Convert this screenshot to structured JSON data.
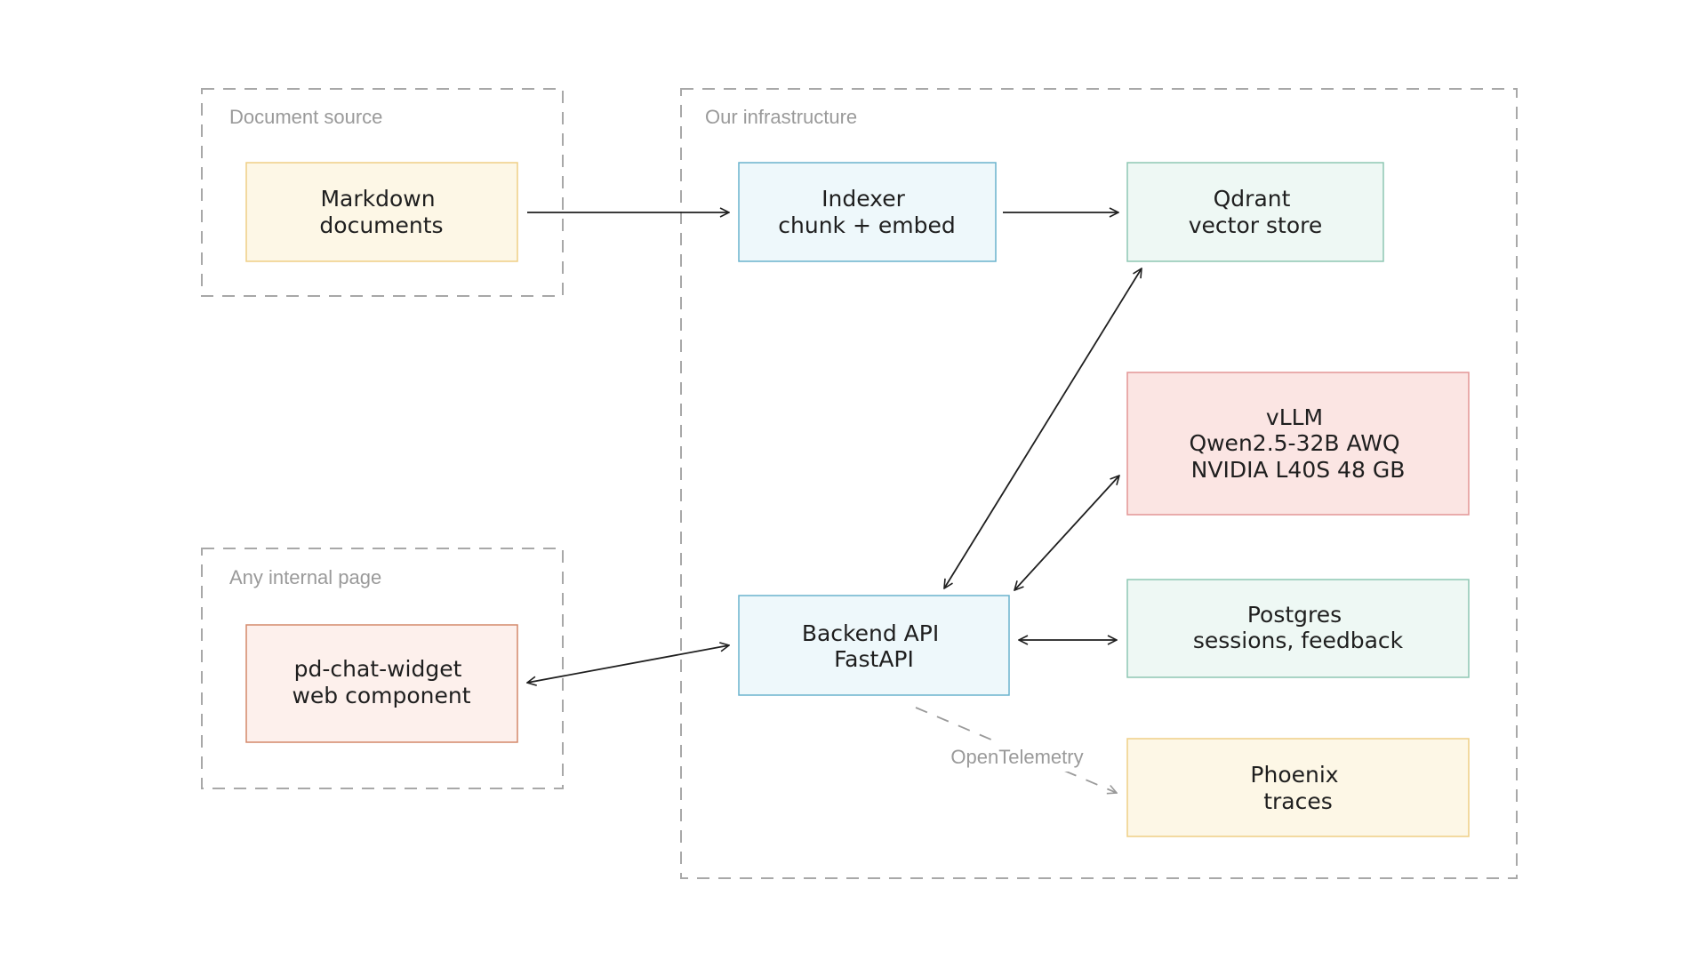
{
  "boundaries": [
    {
      "id": "source",
      "label": "Document source"
    },
    {
      "id": "infra",
      "label": "Our infrastructure"
    },
    {
      "id": "page",
      "label": "Any internal page"
    }
  ],
  "nodes": [
    {
      "id": "markdown",
      "lines": [
        "Markdown",
        "documents"
      ],
      "fill": "#fdf7e6",
      "stroke": "#efcf85"
    },
    {
      "id": "indexer",
      "lines": [
        "Indexer",
        "chunk + embed"
      ],
      "fill": "#eef8fb",
      "stroke": "#6ab3cd"
    },
    {
      "id": "qdrant",
      "lines": [
        "Qdrant",
        "vector store"
      ],
      "fill": "#eef8f4",
      "stroke": "#8ec7b3"
    },
    {
      "id": "vllm",
      "lines": [
        "vLLM",
        "Qwen2.5-32B AWQ",
        "NVIDIA L40S 48 GB"
      ],
      "fill": "#fbe5e3",
      "stroke": "#e39595"
    },
    {
      "id": "backend",
      "lines": [
        "Backend API",
        "FastAPI"
      ],
      "fill": "#eef8fb",
      "stroke": "#6ab3cd"
    },
    {
      "id": "postgres",
      "lines": [
        "Postgres",
        "sessions, feedback"
      ],
      "fill": "#eef8f4",
      "stroke": "#8ec7b3"
    },
    {
      "id": "phoenix",
      "lines": [
        "Phoenix",
        "traces"
      ],
      "fill": "#fdf7e6",
      "stroke": "#efcf85"
    },
    {
      "id": "widget",
      "lines": [
        "pd-chat-widget",
        "web component"
      ],
      "fill": "#fdf0ec",
      "stroke": "#d4886a"
    }
  ],
  "edges": [
    {
      "id": "markdown-indexer",
      "from": "markdown",
      "to": "indexer",
      "direction": "forward",
      "style": "solid"
    },
    {
      "id": "indexer-qdrant",
      "from": "indexer",
      "to": "qdrant",
      "direction": "forward",
      "style": "solid"
    },
    {
      "id": "backend-qdrant",
      "from": "backend",
      "to": "qdrant",
      "direction": "both",
      "style": "solid"
    },
    {
      "id": "backend-vllm",
      "from": "backend",
      "to": "vllm",
      "direction": "both",
      "style": "solid"
    },
    {
      "id": "backend-postgres",
      "from": "backend",
      "to": "postgres",
      "direction": "both",
      "style": "solid"
    },
    {
      "id": "widget-backend",
      "from": "widget",
      "to": "backend",
      "direction": "both",
      "style": "solid"
    },
    {
      "id": "backend-phoenix",
      "from": "backend",
      "to": "phoenix",
      "direction": "forward",
      "style": "dashed",
      "label": "OpenTelemetry"
    }
  ]
}
